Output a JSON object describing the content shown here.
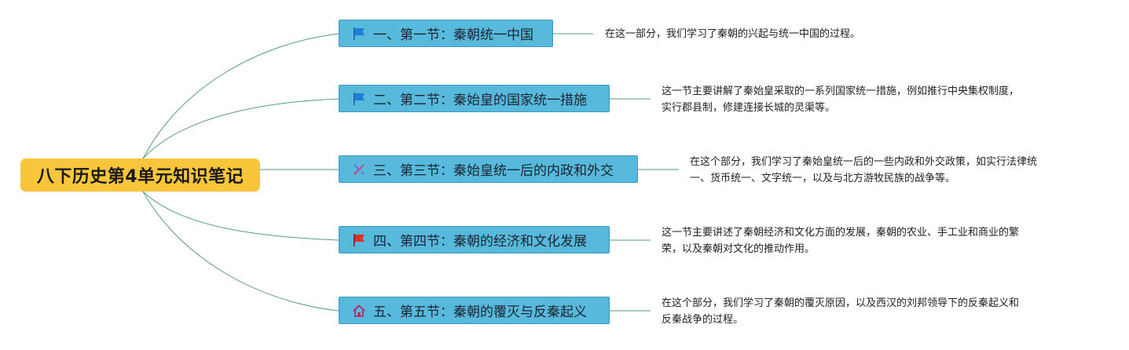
{
  "root": {
    "label": "八下历史第4单元知识笔记"
  },
  "colors": {
    "root_fill": "#f9c53b",
    "node_fill": "#57b9dc",
    "node_border": "#3d96bd",
    "link": "#5a9a86"
  },
  "nodes": [
    {
      "label": "一、第一节：秦朝统一中国",
      "icon": "blue-flag-icon",
      "note": [
        "在这一部分，我们学习了秦朝的兴起与统一中国的过程。"
      ]
    },
    {
      "label": "二、第二节：秦始皇的国家统一措施",
      "icon": "blue-flag-icon",
      "note": [
        "这一节主要讲解了秦始皇采取的一系列国家统一措施，例如推行中央集权制度，",
        "实行郡县制，修建连接长城的灵渠等。"
      ]
    },
    {
      "label": "三、第三节：秦始皇统一后的内政和外交",
      "icon": "swords-icon",
      "note": [
        "在这个部分，我们学习了秦始皇统一后的一些内政和外交政策，如实行法律统",
        "一、货币统一、文字统一，以及与北方游牧民族的战争等。"
      ]
    },
    {
      "label": "四、第四节：秦朝的经济和文化发展",
      "icon": "red-flag-icon",
      "note": [
        "这一节主要讲述了秦朝经济和文化方面的发展，秦朝的农业、手工业和商业的繁",
        "荣，以及秦朝对文化的推动作用。"
      ]
    },
    {
      "label": "五、第五节：秦朝的覆灭与反秦起义",
      "icon": "home-icon",
      "note": [
        "在这个部分，我们学习了秦朝的覆灭原因，以及西汉的刘邦领导下的反秦起义和",
        "反秦战争的过程。"
      ]
    }
  ]
}
